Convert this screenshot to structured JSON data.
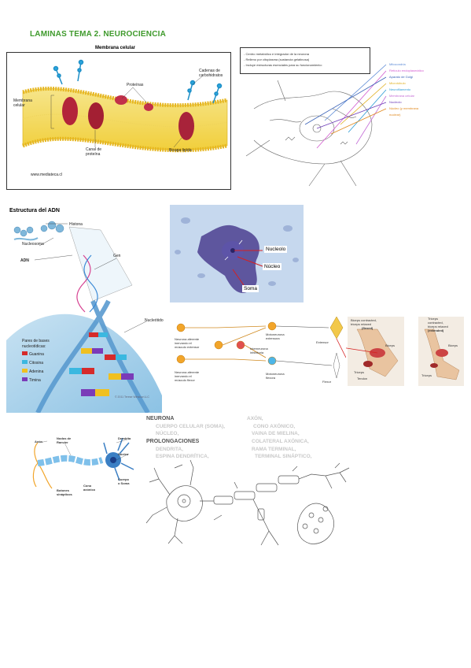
{
  "page_title": "LAMINAS TEMA 2. NEUROCIENCIA",
  "membrane": {
    "title": "Membrana celular",
    "left_label": [
      "Membrana",
      "celular"
    ],
    "proteins": "Proteínas",
    "carb_chains": [
      "Cadenas de",
      "carbohidratos"
    ],
    "channel": [
      "Canal de",
      "proteína"
    ],
    "bilayer": "Bicapa lipída",
    "url": "www.mediateca.cl"
  },
  "neuron_body": {
    "bullets": [
      "Centro metabólico e integrador de la neurona",
      "Relleno por citoplasma (sustancia gelatinosa)",
      "Incluye estructuras esenciales para su funcionamiento:"
    ],
    "legend": [
      {
        "text": "Mitocondria",
        "color": "#5b8ad6"
      },
      {
        "text": "Retículo endoplasmático",
        "color": "#d35bd0"
      },
      {
        "text": "Aparato de Golgi",
        "color": "#3b63b8"
      },
      {
        "text": "Microtúbulo",
        "color": "#e0b020"
      },
      {
        "text": "Neurofilamento",
        "color": "#2b9bd6"
      },
      {
        "text": "Membrana celular",
        "color": "#c36bd6"
      },
      {
        "text": "Nucleolo",
        "color": "#6b3bb8"
      },
      {
        "text": "Núcleo (y membrana",
        "color": "#e08a20"
      },
      {
        "text": "nuclear)",
        "color": "#e08a20"
      }
    ]
  },
  "dna": {
    "title": "Estructura del ADN",
    "histona": "Histona",
    "nucleosoma": "Nucleosoma",
    "adn": "ADN",
    "gen": "Gen",
    "nucleotido": "Nucleótido",
    "pairs_title": [
      "Pares de bases",
      "nucleotídicas:"
    ],
    "pairs": [
      {
        "name": "Guanina",
        "color": "#d62b2b"
      },
      {
        "name": "Citosina",
        "color": "#3bb8e0"
      },
      {
        "name": "Adenina",
        "color": "#f0c020"
      },
      {
        "name": "Timina",
        "color": "#7a3bb8"
      }
    ],
    "credit": "© 2011 Terese Winslow LLC"
  },
  "micrograph": {
    "nucleolo": "Nucleolo",
    "nucleo": "Núcleo",
    "soma": "Soma"
  },
  "reflex": {
    "aff_ext": [
      "Neurona aferente",
      "inervando el",
      "músculo extensor"
    ],
    "aff_flex": [
      "Neurona aferente",
      "inervando el",
      "músculo flexor"
    ],
    "moto_ext": [
      "Motoneurona",
      "extensora"
    ],
    "inter": [
      "Interneurona",
      "inhibitoria"
    ],
    "moto_flex": [
      "Motoneurona",
      "flexora"
    ],
    "extensor": "Extensor",
    "flexor": "Flexor",
    "arm1": [
      "Biceps contracted,",
      "triceps relaxed",
      "(flexed)"
    ],
    "arm2": [
      "Triceps",
      "contracted,",
      "biceps relaxed",
      "(extended)"
    ],
    "biceps": "Biceps",
    "triceps": "Triceps",
    "tendon": "Tendon"
  },
  "neuron_small": {
    "axon": "Axón",
    "nodos": [
      "Nodos de",
      "Ranvier"
    ],
    "dendrita": "Dendrita",
    "nucleo": "Núcleo",
    "botones": [
      "Botones",
      "sinápticos"
    ],
    "cono": [
      "Cono",
      "axónico"
    ],
    "cuerpo": [
      "Cuerpo",
      "o Soma"
    ]
  },
  "neuron_worksheet": {
    "heading1": "NEURONA",
    "left_items": [
      "CUERPO CELULAR (SOMA),",
      "NÚCLEO,"
    ],
    "heading2": "PROLONGACIONES",
    "left_items2": [
      "DENDRITA,",
      "ESPINA DENDRÍTICA,"
    ],
    "right_items": [
      "AXÓN,",
      "CONO AXÓNICO,",
      "VAINA DE MIELINA,",
      "COLATERAL AXÓNICA,",
      "RAMA TERMINAL,",
      "TERMINAL SINÁPTICO,"
    ]
  }
}
